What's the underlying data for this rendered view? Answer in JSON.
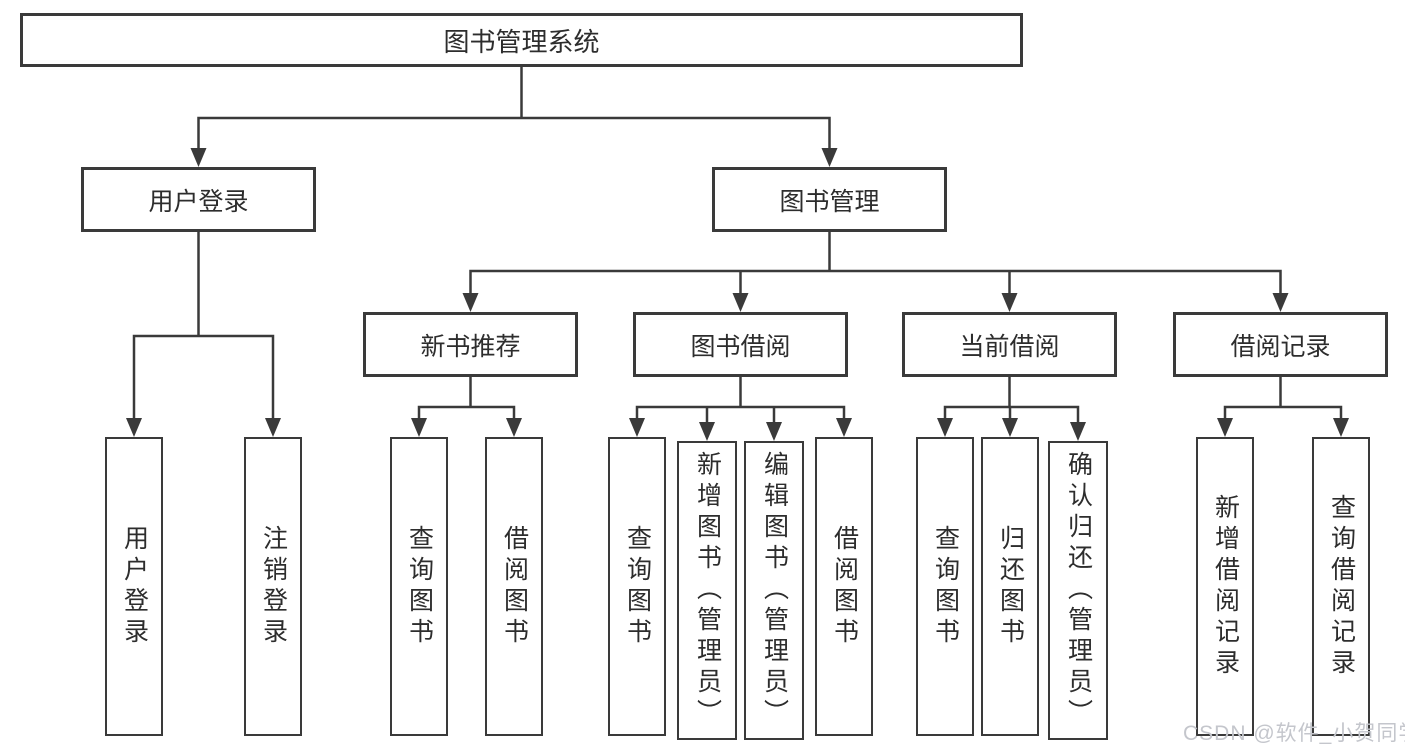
{
  "tree": {
    "label": "图书管理系统",
    "children": [
      {
        "label": "用户登录",
        "children": [
          {
            "label": "用户登录"
          },
          {
            "label": "注销登录"
          }
        ]
      },
      {
        "label": "图书管理",
        "children": [
          {
            "label": "新书推荐",
            "children": [
              {
                "label": "查询图书"
              },
              {
                "label": "借阅图书"
              }
            ]
          },
          {
            "label": "图书借阅",
            "children": [
              {
                "label": "查询图书"
              },
              {
                "label": "新增图书（管理员）"
              },
              {
                "label": "编辑图书（管理员）"
              },
              {
                "label": "借阅图书"
              }
            ]
          },
          {
            "label": "当前借阅",
            "children": [
              {
                "label": "查询图书"
              },
              {
                "label": "归还图书"
              },
              {
                "label": "确认归还（管理员）"
              }
            ]
          },
          {
            "label": "借阅记录",
            "children": [
              {
                "label": "新增借阅记录"
              },
              {
                "label": "查询借阅记录"
              }
            ]
          }
        ]
      }
    ]
  },
  "watermark": "CSDN @软件_小贺同学",
  "colors": {
    "line": "#3a3a3a",
    "box_border": "#3a3a3a",
    "text": "#2d2d2d",
    "watermark": "#c4c6cc",
    "background": "#ffffff"
  }
}
